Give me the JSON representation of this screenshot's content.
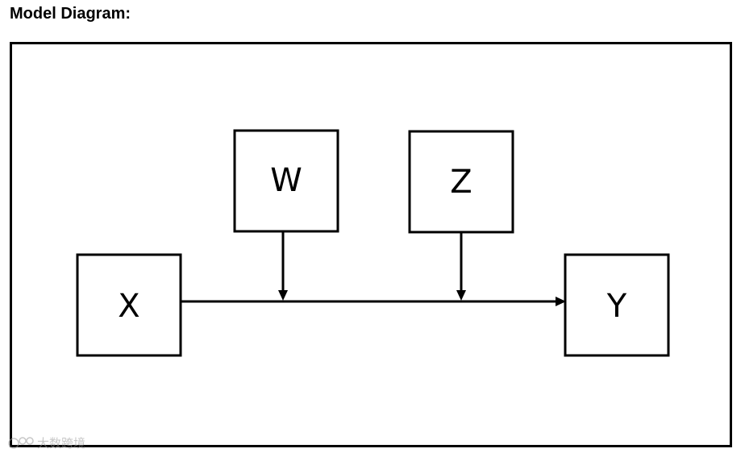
{
  "heading": "Model Diagram:",
  "nodes": {
    "x": {
      "label": "X"
    },
    "w": {
      "label": "W"
    },
    "z": {
      "label": "Z"
    },
    "y": {
      "label": "Y"
    }
  },
  "watermark": {
    "text": "大数跨境"
  },
  "colors": {
    "stroke": "#000000",
    "background": "#ffffff",
    "watermark": "#9a9a9a"
  }
}
